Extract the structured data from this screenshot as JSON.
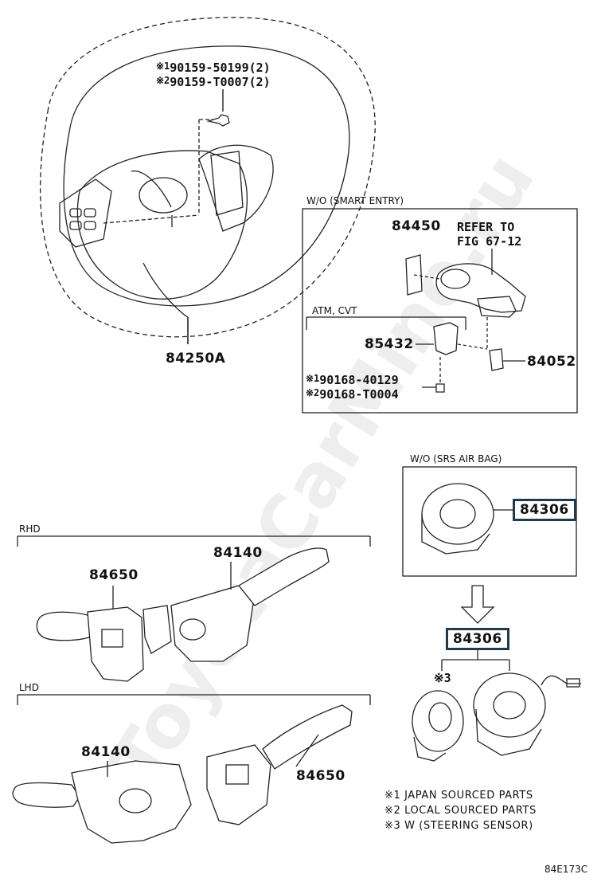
{
  "wheel_fasteners": {
    "line1_mark": "※1",
    "line1_part": "90159-50199(2)",
    "line2_mark": "※2",
    "line2_part": "90159-T0007(2)"
  },
  "steering_wheel_part": "84250A",
  "smart_entry_box": {
    "caption": "W/O (SMART ENTRY)",
    "part_84450": "84450",
    "refer_line1": "REFER TO",
    "refer_line2": "FIG 67-12",
    "sub_caption": "ATM, CVT",
    "part_85432": "85432",
    "part_84052": "84052",
    "screw1_mark": "※1",
    "screw1_part": "90168-40129",
    "screw2_mark": "※2",
    "screw2_part": "90168-T0004"
  },
  "srs_box": {
    "caption": "W/O (SRS AIR BAG)",
    "part_top": "84306",
    "part_bottom": "84306",
    "sensor_mark": "※3"
  },
  "rhd": {
    "caption": "RHD",
    "part_left": "84650",
    "part_right": "84140"
  },
  "lhd": {
    "caption": "LHD",
    "part_left": "84140",
    "part_right": "84650"
  },
  "legend": [
    "※1 JAPAN SOURCED PARTS",
    "※2 LOCAL SOURCED PARTS",
    "※3 W (STEERING SENSOR)"
  ],
  "figure_code": "84E173C",
  "watermark": "ToyotaCarMine.ru"
}
